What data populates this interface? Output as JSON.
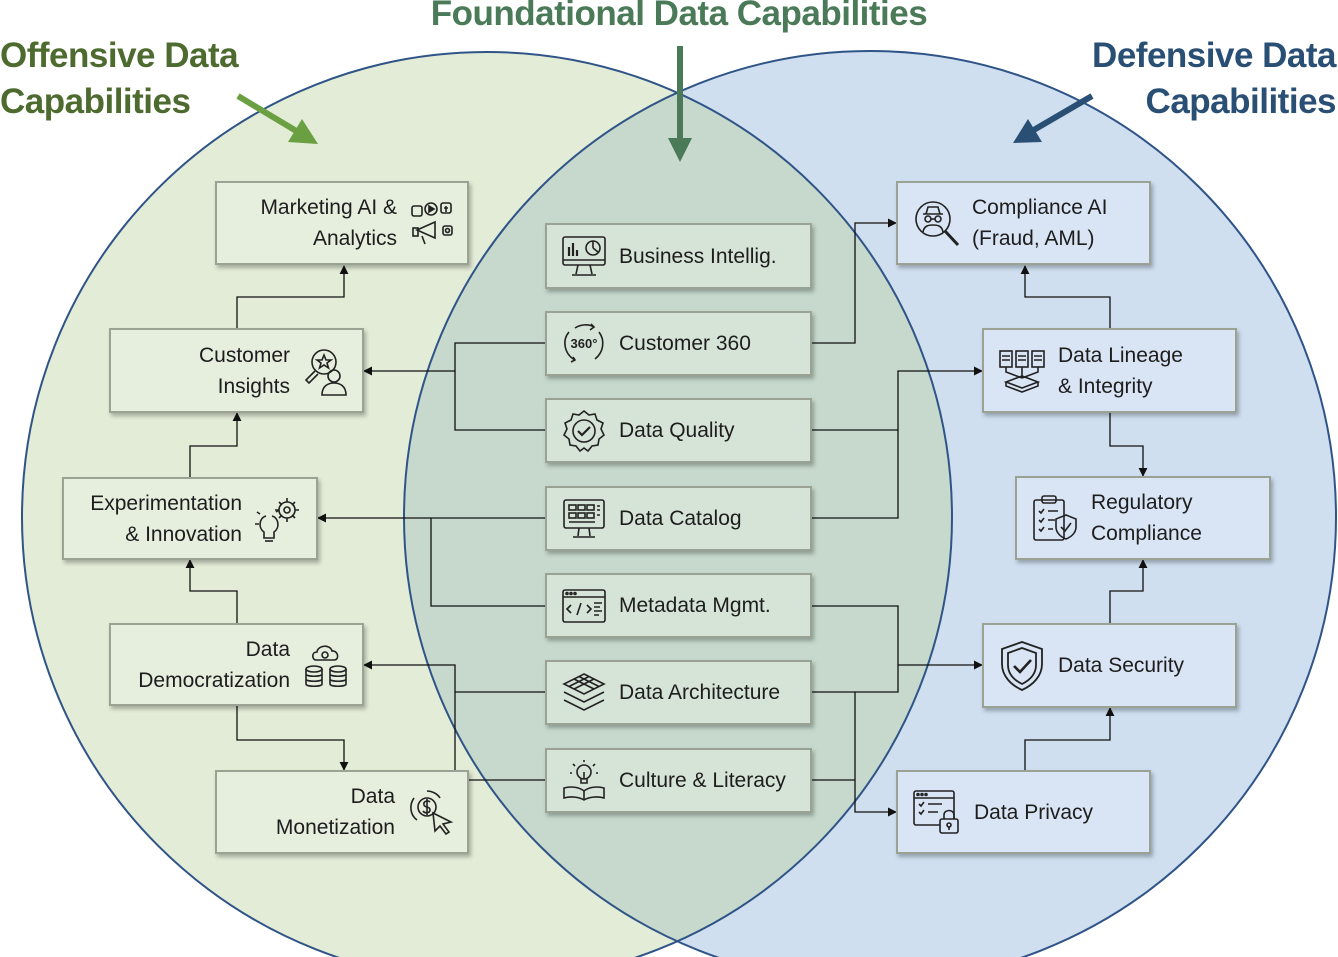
{
  "titles": {
    "offensive": [
      "Offensive Data",
      "Capabilities"
    ],
    "foundational": "Foundational Data Capabilities",
    "defensive": [
      "Defensive Data",
      "Capabilities"
    ]
  },
  "colors": {
    "offensive_fill": "#e3ecd7",
    "defensive_fill": "#cfdff0",
    "overlap_fill": "#c6d9cc",
    "circle_stroke": "#2f5487",
    "offensive_title": "#4d6b2f",
    "foundational_title": "#4a7a58",
    "defensive_title": "#294f74",
    "offensive_arrow": "#6aa041",
    "defensive_arrow": "#294f74"
  },
  "offensive": [
    {
      "id": "marketing",
      "lines": [
        "Marketing AI &",
        "Analytics"
      ],
      "icon": "marketing-icon"
    },
    {
      "id": "insights",
      "lines": [
        "Customer",
        "Insights"
      ],
      "icon": "customer-search-icon"
    },
    {
      "id": "experimentation",
      "lines": [
        "Experimentation",
        "& Innovation"
      ],
      "icon": "innovation-gear-icon"
    },
    {
      "id": "democratization",
      "lines": [
        "Data",
        "Democratization"
      ],
      "icon": "cloud-database-icon"
    },
    {
      "id": "monetization",
      "lines": [
        "Data",
        "Monetization"
      ],
      "icon": "dollar-click-icon"
    }
  ],
  "foundational": [
    {
      "id": "bi",
      "label": "Business Intellig.",
      "icon": "dashboard-monitor-icon"
    },
    {
      "id": "c360",
      "label": "Customer 360",
      "icon": "360-icon"
    },
    {
      "id": "quality",
      "label": "Data Quality",
      "icon": "quality-badge-icon"
    },
    {
      "id": "catalog",
      "label": "Data Catalog",
      "icon": "catalog-monitor-icon"
    },
    {
      "id": "metadata",
      "label": "Metadata Mgmt.",
      "icon": "code-window-icon"
    },
    {
      "id": "architecture",
      "label": "Data Architecture",
      "icon": "layers-icon"
    },
    {
      "id": "culture",
      "label": "Culture & Literacy",
      "icon": "book-idea-icon"
    }
  ],
  "defensive": [
    {
      "id": "compliance_ai",
      "lines": [
        "Compliance AI",
        "(Fraud, AML)"
      ],
      "icon": "spy-search-icon"
    },
    {
      "id": "lineage",
      "lines": [
        "Data Lineage",
        "& Integrity"
      ],
      "icon": "lineage-icon"
    },
    {
      "id": "regulatory",
      "lines": [
        "Regulatory",
        "Compliance"
      ],
      "icon": "clipboard-shield-icon"
    },
    {
      "id": "security",
      "lines": [
        "Data Security"
      ],
      "icon": "shield-check-icon"
    },
    {
      "id": "privacy",
      "lines": [
        "Data Privacy"
      ],
      "icon": "privacy-lock-icon"
    }
  ]
}
